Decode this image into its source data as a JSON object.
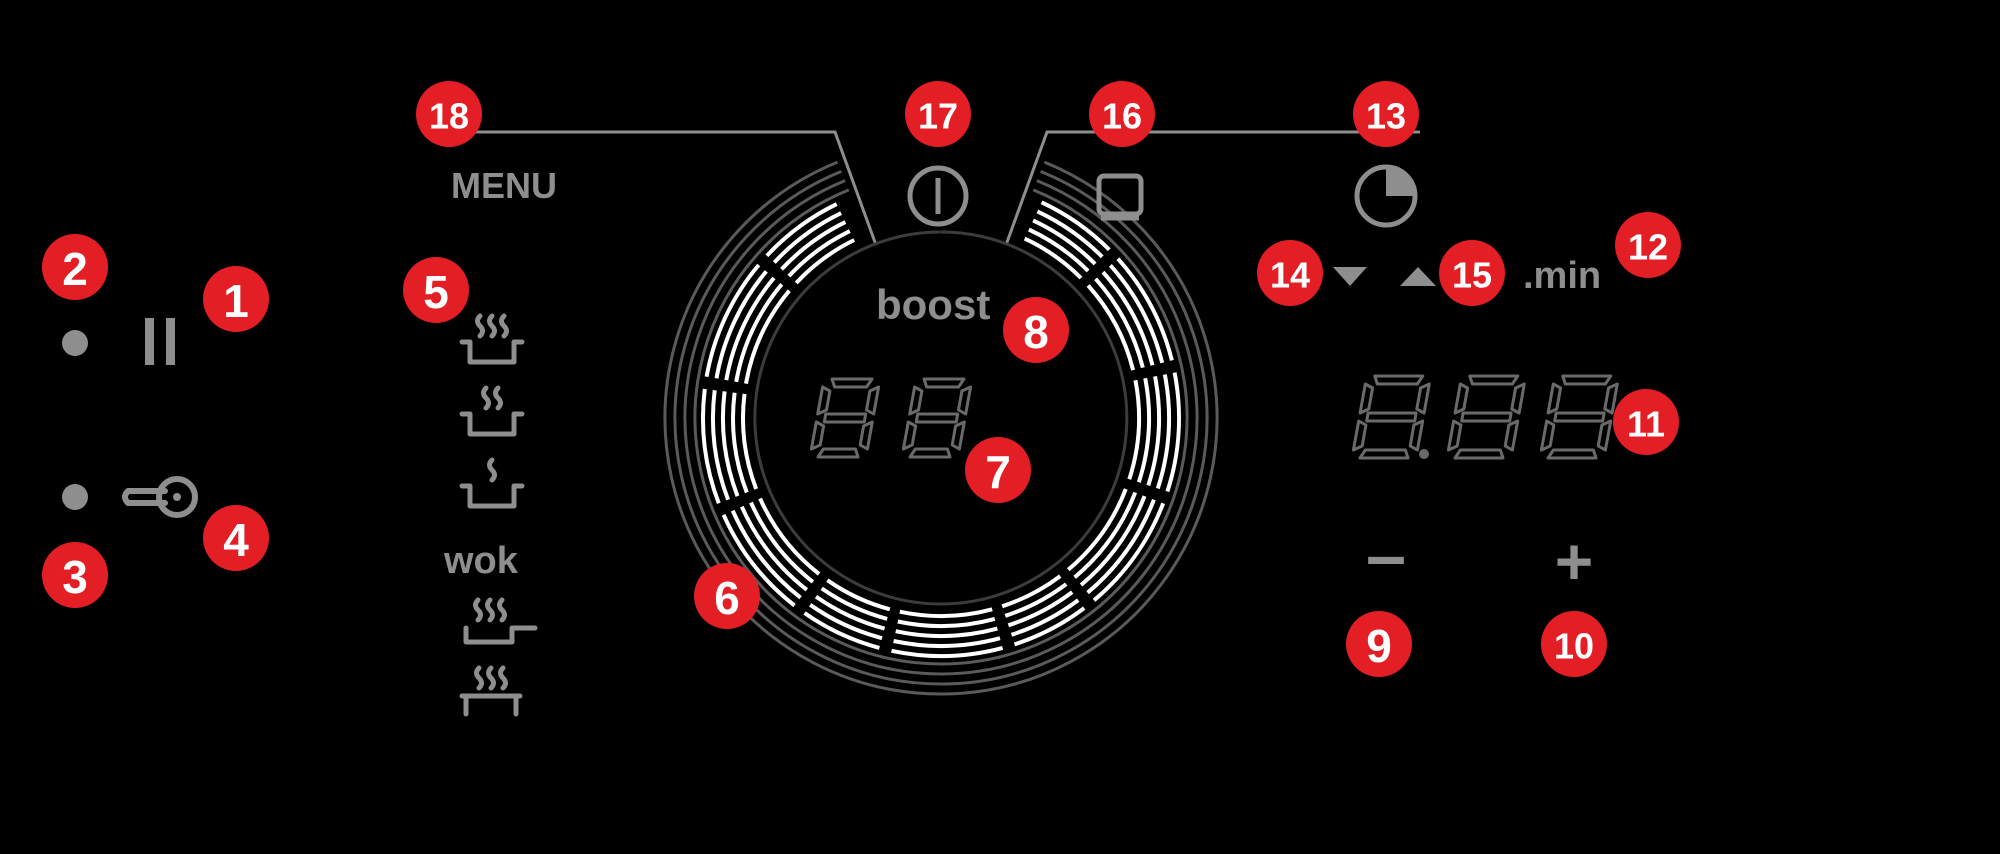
{
  "labels": {
    "menu": "MENU",
    "boost": "boost",
    "wok": "wok",
    "minutes": ".min"
  },
  "timer": {
    "minus": "–",
    "plus": "+"
  },
  "colors": {
    "background": "#000000",
    "inactive_gray": "#8e8e8e",
    "ring_lit": "#ffffff",
    "ring_dim": "#5a5a5a",
    "callout": "#e31e24"
  },
  "callouts": [
    "1",
    "2",
    "3",
    "4",
    "5",
    "6",
    "7",
    "8",
    "9",
    "10",
    "11",
    "12",
    "13",
    "14",
    "15",
    "16",
    "17",
    "18"
  ],
  "icons": {
    "pause": "pause-icon",
    "lock": "key-lock-icon",
    "power": "power-icon",
    "keep_warm": "keep-warm-icon",
    "timer": "timer-icon",
    "down": "arrow-down-icon",
    "up": "arrow-up-icon",
    "programs": [
      "boil-icon",
      "simmer-icon",
      "warm-icon",
      "fry-icon",
      "grill-icon"
    ]
  }
}
